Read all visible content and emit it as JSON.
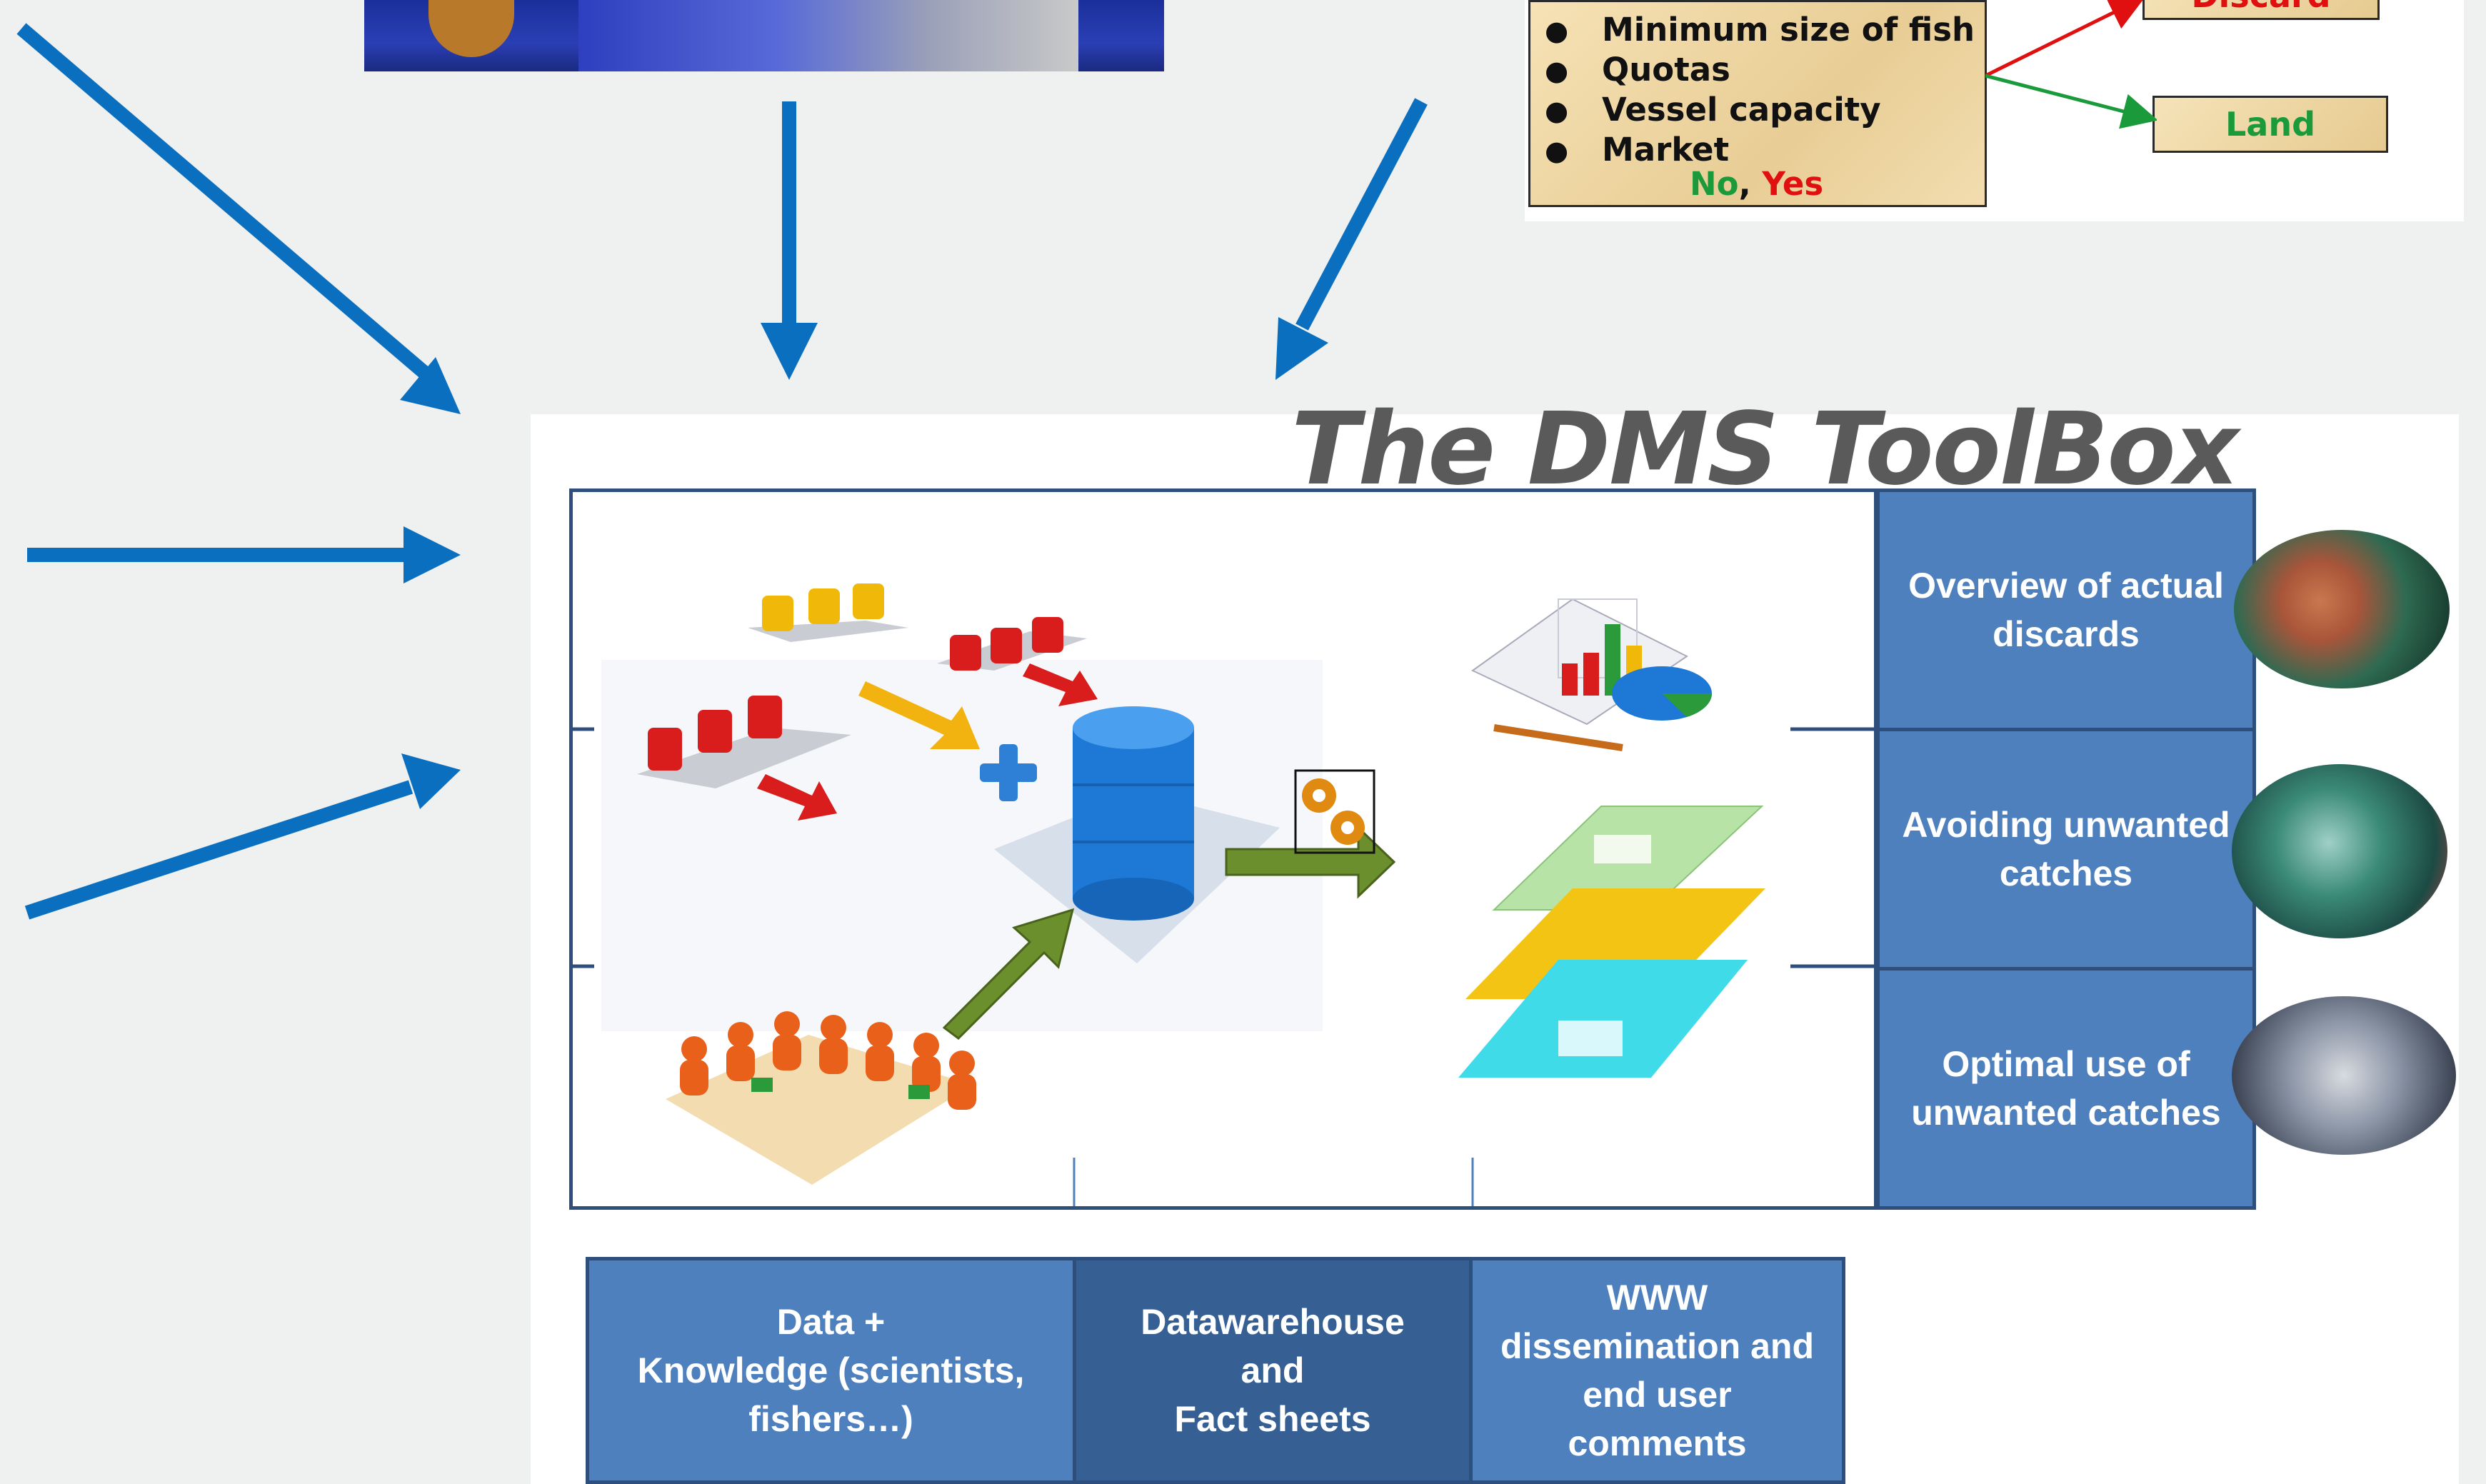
{
  "colors": {
    "arrow_blue": "#0b6fc0",
    "cell_blue": "#4f80be",
    "cell_dark_blue": "#365f94",
    "frame_border": "#2e4f7c",
    "title_gray": "#5a5a5a",
    "no_green": "#1a9a3a",
    "yes_red": "#e01010"
  },
  "rules": {
    "items": [
      "Minimum size of fish",
      "Quotas",
      "Vessel capacity",
      "Market"
    ],
    "no": "No",
    "separator": ",",
    "yes": "Yes",
    "discard": "Discard",
    "land": "Land"
  },
  "toolbox": {
    "title": "The DMS ToolBox",
    "side_items": [
      "Overview of actual discards",
      "Avoiding unwanted catches",
      "Optimal use of unwanted catches"
    ],
    "bottom_items": [
      "Data +\nKnowledge (scientists,\nfishers…)",
      "Datawarehouse\nand\nFact sheets",
      "WWW\ndissemination and\nend user\ncomments"
    ]
  },
  "icons": [
    "arrow-down-right-icon",
    "arrow-down-icon",
    "arrow-down-left-icon",
    "arrow-right-icon",
    "arrow-up-right-icon",
    "database-icon",
    "gears-icon",
    "chart-icon",
    "people-icon",
    "cylinders-icon"
  ]
}
